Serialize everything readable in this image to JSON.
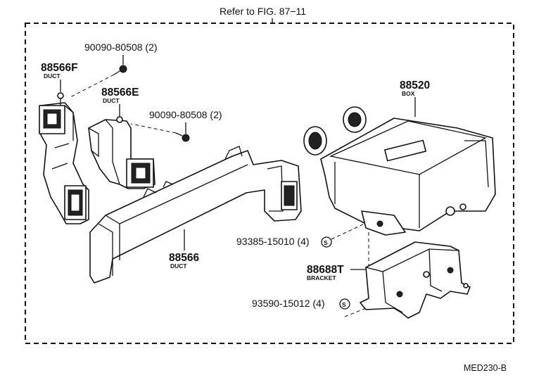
{
  "diagram": {
    "reference": "Refer to FIG. 87−11",
    "figure_code": "MED230-B",
    "parts": [
      {
        "number": "88566F",
        "name": "DUCT"
      },
      {
        "number": "88566E",
        "name": "DUCT"
      },
      {
        "number": "88566",
        "name": "DUCT"
      },
      {
        "number": "88520",
        "name": "BOX"
      },
      {
        "number": "88688T",
        "name": "BRACKET"
      }
    ],
    "fasteners": [
      {
        "label": "90090-80508 (2)"
      },
      {
        "label": "90090-80508 (2)"
      },
      {
        "label": "93385-15010 (4)",
        "symbol": "S"
      },
      {
        "label": "93590-15012 (4)",
        "symbol": "S"
      }
    ]
  }
}
